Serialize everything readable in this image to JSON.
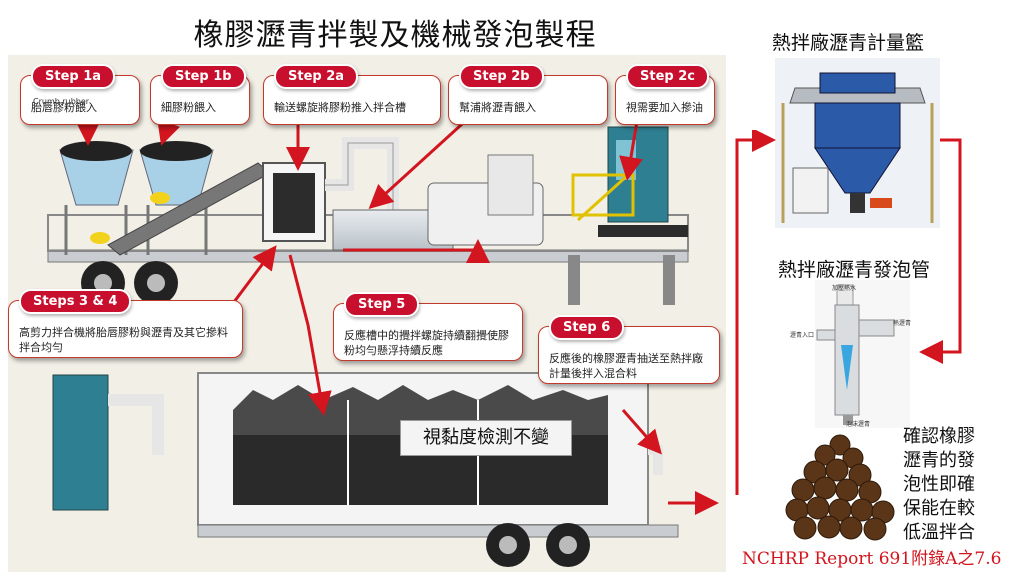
{
  "title": "橡膠瀝青拌製及機械發泡製程",
  "steps": [
    {
      "id": "1a",
      "label": "Step 1a",
      "text": "胎唇膠粉餵入",
      "ghost": "Crumb rubber"
    },
    {
      "id": "1b",
      "label": "Step 1b",
      "text": "細膠粉餵入"
    },
    {
      "id": "2a",
      "label": "Step 2a",
      "text": "輸送螺旋將膠粉推入拌合槽"
    },
    {
      "id": "2b",
      "label": "Step 2b",
      "text": "幫浦將瀝青餵入"
    },
    {
      "id": "2c",
      "label": "Step 2c",
      "text": "視需要加入摻油"
    },
    {
      "id": "34",
      "label": "Steps 3 & 4",
      "text": "高剪力拌合機將胎唇膠粉與瀝青及其它摻料拌合均勻"
    },
    {
      "id": "5",
      "label": "Step 5",
      "text": "反應槽中的攪拌螺旋持續翻攪使膠粉均勻懸浮持續反應"
    },
    {
      "id": "6",
      "label": "Step 6",
      "text": "反應後的橡膠瀝青抽送至熱拌廠計量後拌入混合料"
    }
  ],
  "viscosity_box": "視黏度檢測不變",
  "right_panel": {
    "label_top": "熱拌廠瀝青計量籃",
    "label_mid": "熱拌廠瀝青發泡管",
    "pipe_tags": [
      "加壓熱水",
      "瀝青入口",
      "熱瀝青",
      "泡沫瀝青"
    ],
    "conclusion_lines": [
      "確認橡膠",
      "瀝青的發",
      "泡性即確",
      "保能在較",
      "低溫拌合"
    ],
    "citation": "NCHRP Report 691附錄A之7.6"
  },
  "colors": {
    "accent_red": "#c8102e",
    "arrow_red": "#d2151e",
    "hopper_blue": "#a8d0e6",
    "bin_blue": "#2a5aa8"
  }
}
